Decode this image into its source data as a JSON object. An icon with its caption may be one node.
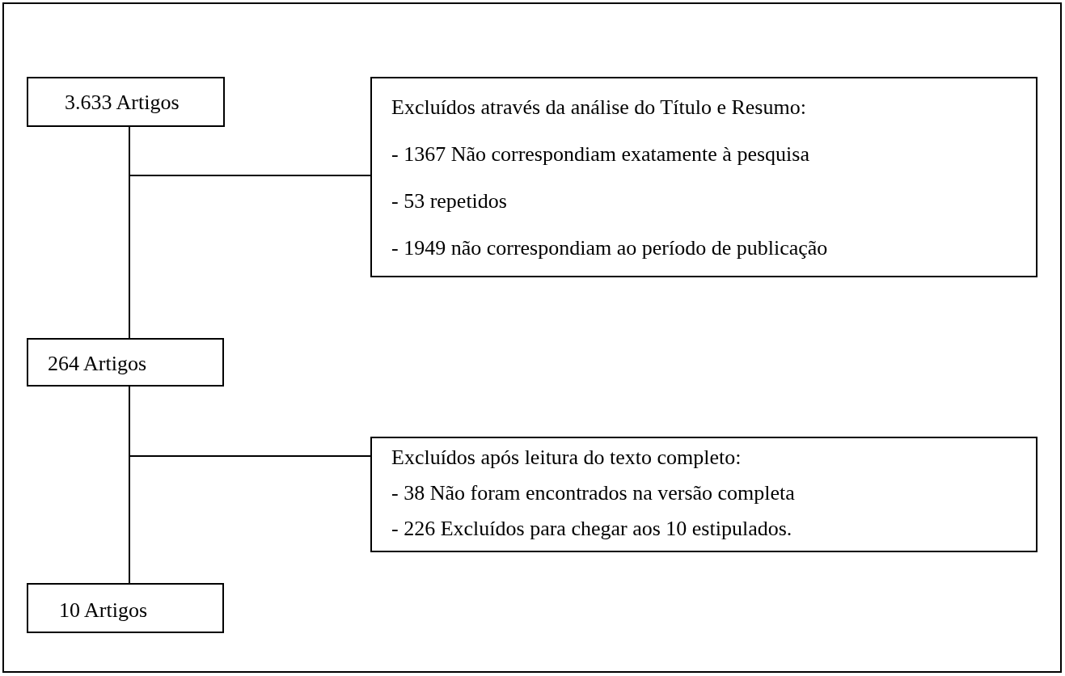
{
  "diagram": {
    "nodes": [
      {
        "text": [
          "3.633 Artigos"
        ]
      },
      {
        "text": [
          "Excluídos através da análise do Título e Resumo:",
          "- 1367 Não correspondiam exatamente à pesquisa",
          "- 53 repetidos",
          "- 1949 não correspondiam ao período de publicação"
        ]
      },
      {
        "text": [
          "264 Artigos"
        ]
      },
      {
        "text": [
          "Excluídos após leitura do texto completo:",
          "- 38 Não foram encontrados na versão completa",
          "- 226 Excluídos para chegar aos 10 estipulados."
        ]
      },
      {
        "text": [
          "10 Artigos"
        ]
      }
    ],
    "edges": [
      {
        "from": 0,
        "to": 1,
        "arrow": "none"
      },
      {
        "from": 0,
        "to": 2,
        "arrow": "none"
      },
      {
        "from": 2,
        "to": 3,
        "arrow": "none"
      },
      {
        "from": 2,
        "to": 4,
        "arrow": "none"
      }
    ]
  }
}
